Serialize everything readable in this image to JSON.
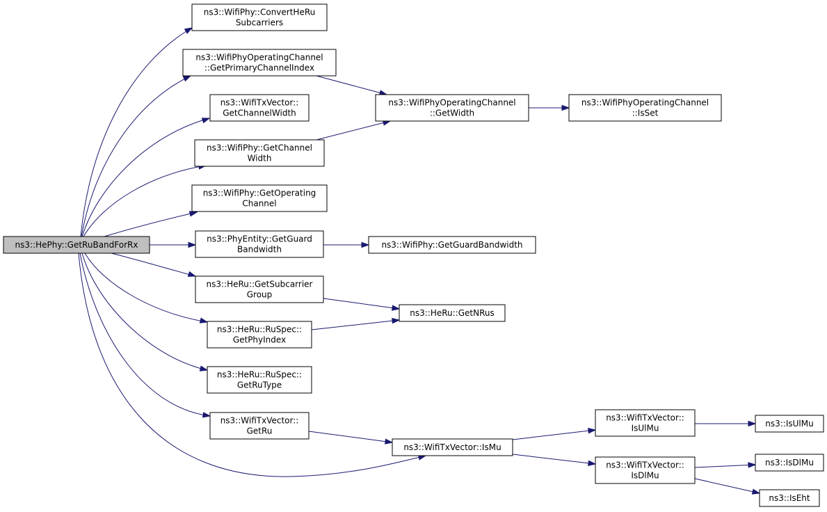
{
  "colors": {
    "edge": "#191970",
    "root_fill": "#bfbfbf",
    "node_fill": "#ffffff",
    "node_stroke": "#000000"
  },
  "nodes": [
    {
      "id": "root",
      "lines": [
        "ns3::HePhy::GetRuBandForRx"
      ]
    },
    {
      "id": "convertHeRu",
      "lines": [
        "ns3::WifiPhy::ConvertHeRu",
        "Subcarriers"
      ]
    },
    {
      "id": "getPrimaryIdx",
      "lines": [
        "ns3::WifiPhyOperatingChannel",
        "::GetPrimaryChannelIndex"
      ]
    },
    {
      "id": "txvChannelWidth",
      "lines": [
        "ns3::WifiTxVector::",
        "GetChannelWidth"
      ]
    },
    {
      "id": "phyChannelWidth",
      "lines": [
        "ns3::WifiPhy::GetChannel",
        "Width"
      ]
    },
    {
      "id": "getOpChannel",
      "lines": [
        "ns3::WifiPhy::GetOperating",
        "Channel"
      ]
    },
    {
      "id": "entityGuard",
      "lines": [
        "ns3::PhyEntity::GetGuard",
        "Bandwidth"
      ]
    },
    {
      "id": "subcarrierGroup",
      "lines": [
        "ns3::HeRu::GetSubcarrier",
        "Group"
      ]
    },
    {
      "id": "phyIndex",
      "lines": [
        "ns3::HeRu::RuSpec::",
        "GetPhyIndex"
      ]
    },
    {
      "id": "ruType",
      "lines": [
        "ns3::HeRu::RuSpec::",
        "GetRuType"
      ]
    },
    {
      "id": "getRu",
      "lines": [
        "ns3::WifiTxVector::",
        "GetRu"
      ]
    },
    {
      "id": "opGetWidth",
      "lines": [
        "ns3::WifiPhyOperatingChannel",
        "::GetWidth"
      ]
    },
    {
      "id": "phyGuard",
      "lines": [
        "ns3::WifiPhy::GetGuardBandwidth"
      ]
    },
    {
      "id": "getNRus",
      "lines": [
        "ns3::HeRu::GetNRus"
      ]
    },
    {
      "id": "isMuTx",
      "lines": [
        "ns3::WifiTxVector::IsMu"
      ]
    },
    {
      "id": "isSet",
      "lines": [
        "ns3::WifiPhyOperatingChannel",
        "::IsSet"
      ]
    },
    {
      "id": "isUlMuTx",
      "lines": [
        "ns3::WifiTxVector::",
        "IsUlMu"
      ]
    },
    {
      "id": "isDlMuTx",
      "lines": [
        "ns3::WifiTxVector::",
        "IsDlMu"
      ]
    },
    {
      "id": "isUlMu",
      "lines": [
        "ns3::IsUlMu"
      ]
    },
    {
      "id": "isDlMu",
      "lines": [
        "ns3::IsDlMu"
      ]
    },
    {
      "id": "isEht",
      "lines": [
        "ns3::IsEht"
      ]
    }
  ],
  "edges": [
    [
      "root",
      "convertHeRu"
    ],
    [
      "root",
      "getPrimaryIdx"
    ],
    [
      "root",
      "txvChannelWidth"
    ],
    [
      "root",
      "phyChannelWidth"
    ],
    [
      "root",
      "getOpChannel"
    ],
    [
      "root",
      "entityGuard"
    ],
    [
      "root",
      "subcarrierGroup"
    ],
    [
      "root",
      "phyIndex"
    ],
    [
      "root",
      "ruType"
    ],
    [
      "root",
      "getRu"
    ],
    [
      "root",
      "isMuTx"
    ],
    [
      "getPrimaryIdx",
      "opGetWidth"
    ],
    [
      "phyChannelWidth",
      "opGetWidth"
    ],
    [
      "opGetWidth",
      "isSet"
    ],
    [
      "entityGuard",
      "phyGuard"
    ],
    [
      "subcarrierGroup",
      "getNRus"
    ],
    [
      "phyIndex",
      "getNRus"
    ],
    [
      "getRu",
      "isMuTx"
    ],
    [
      "isMuTx",
      "isUlMuTx"
    ],
    [
      "isMuTx",
      "isDlMuTx"
    ],
    [
      "isUlMuTx",
      "isUlMu"
    ],
    [
      "isDlMuTx",
      "isDlMu"
    ],
    [
      "isDlMuTx",
      "isEht"
    ]
  ]
}
